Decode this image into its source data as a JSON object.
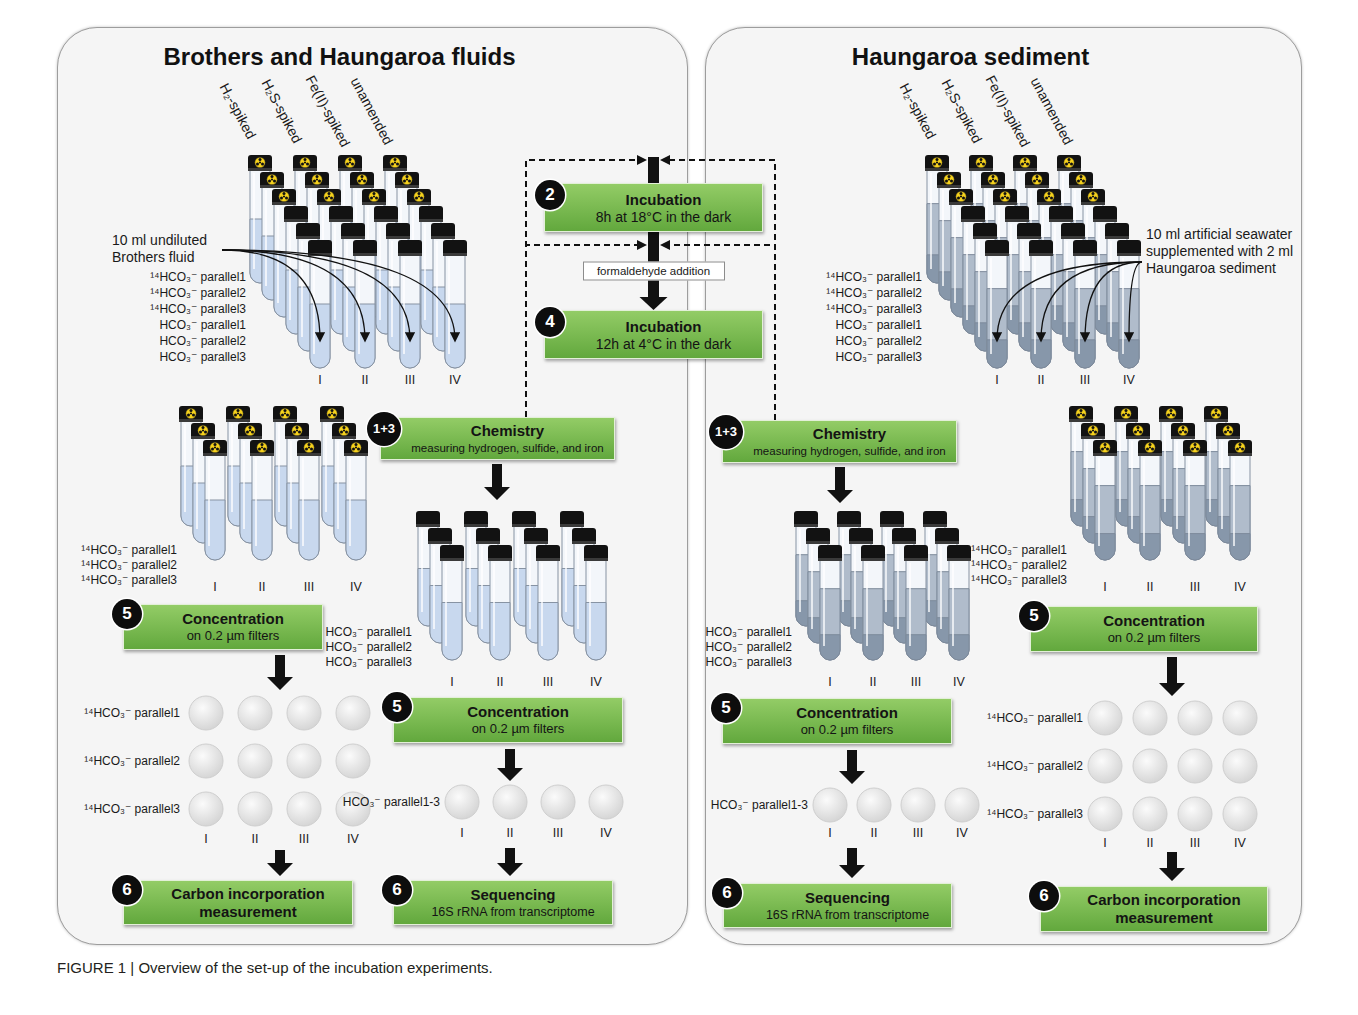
{
  "diagram": {
    "caption": "FIGURE 1 | Overview of the set-up of the incubation experiments.",
    "nodes": [
      {
        "text": [
          "Brothers and Haungaroa fluids"
        ]
      },
      {
        "text": [
          "Haungaroa sediment"
        ]
      },
      {
        "text": [
          "Incubation",
          "8h at 18°C in the dark"
        ]
      },
      {
        "text": [
          "Incubation",
          "12h at 4°C in the dark"
        ]
      },
      {
        "text": [
          "Chemistry",
          "measuring hydrogen, sulfide, and iron"
        ],
        "in": 0
      },
      {
        "text": [
          "Concentration",
          "on 0.2 µm filters"
        ],
        "in": 0
      },
      {
        "text": [
          "Concentration",
          "on 0.2 µm filters"
        ],
        "in": 0
      },
      {
        "text": [
          "Carbon incorporation measurement"
        ],
        "in": 0
      },
      {
        "text": [
          "Sequencing",
          "16S rRNA from transcriptome"
        ],
        "in": 0
      },
      {
        "text": [
          "Chemistry",
          "measuring hydrogen, sulfide, and iron"
        ],
        "in": 1
      },
      {
        "text": [
          "Concentration",
          "on 0.2 µm filters"
        ],
        "in": 1
      },
      {
        "text": [
          "Concentration",
          "on 0.2 µm filters"
        ],
        "in": 1
      },
      {
        "text": [
          "Sequencing",
          "16S rRNA from transcriptome"
        ],
        "in": 1
      },
      {
        "text": [
          "Carbon incorporation measurement"
        ],
        "in": 1
      }
    ],
    "edges": [
      {
        "from": 4,
        "to": 2,
        "arrow": "to"
      },
      {
        "from": 4,
        "to": 3,
        "arrow": "to"
      },
      {
        "from": 9,
        "to": 2,
        "arrow": "to"
      },
      {
        "from": 9,
        "to": 3,
        "arrow": "to"
      },
      {
        "from": 2,
        "to": 3,
        "label": "formaldehyde addition",
        "arrow": "to"
      }
    ],
    "labels": [
      "H₂-spiked",
      "H₂S-spiked",
      "Fe(II)-spiked",
      "unamended",
      "10 ml undiluted Brothers fluid",
      "¹⁴HCO₃⁻ parallel1",
      "¹⁴HCO₃⁻ parallel2",
      "¹⁴HCO₃⁻ parallel3",
      "HCO₃⁻ parallel1",
      "HCO₃⁻ parallel2",
      "HCO₃⁻ parallel3",
      "I",
      "II",
      "III",
      "IV",
      "1+3",
      "¹⁴HCO₃⁻ parallel1",
      "¹⁴HCO₃⁻ parallel2",
      "¹⁴HCO₃⁻ parallel3",
      "I",
      "II",
      "III",
      "IV",
      "5",
      "¹⁴HCO₃⁻ parallel1",
      "¹⁴HCO₃⁻ parallel2",
      "¹⁴HCO₃⁻ parallel3",
      "I",
      "II",
      "III",
      "IV",
      "6",
      "HCO₃⁻ parallel1",
      "HCO₃⁻ parallel2",
      "HCO₃⁻ parallel3",
      "I",
      "II",
      "III",
      "IV",
      "5",
      "HCO₃⁻ parallel1-3",
      "I",
      "II",
      "III",
      "IV",
      "6",
      "2",
      "4",
      "H₂-spiked",
      "H₂S-spiked",
      "Fe(II)-spiked",
      "unamended",
      "10 ml artificial seawater supplemented with 2 ml Haungaroa sediment",
      "¹⁴HCO₃⁻ parallel1",
      "¹⁴HCO₃⁻ parallel2",
      "¹⁴HCO₃⁻ parallel3",
      "HCO₃⁻ parallel1",
      "HCO₃⁻ parallel2",
      "HCO₃⁻ parallel3",
      "I",
      "II",
      "III",
      "IV",
      "1+3",
      "HCO₃⁻ parallel1",
      "HCO₃⁻ parallel2",
      "HCO₃⁻ parallel3",
      "I",
      "II",
      "III",
      "IV",
      "5",
      "HCO₃⁻ parallel1-3",
      "I",
      "II",
      "III",
      "IV",
      "6",
      "¹⁴HCO₃⁻ parallel1",
      "¹⁴HCO₃⁻ parallel2",
      "¹⁴HCO₃⁻ parallel3",
      "I",
      "II",
      "III",
      "IV",
      "5",
      "¹⁴HCO₃⁻ parallel1",
      "¹⁴HCO₃⁻ parallel2",
      "¹⁴HCO₃⁻ parallel3",
      "I",
      "II",
      "III",
      "IV",
      "6"
    ]
  }
}
